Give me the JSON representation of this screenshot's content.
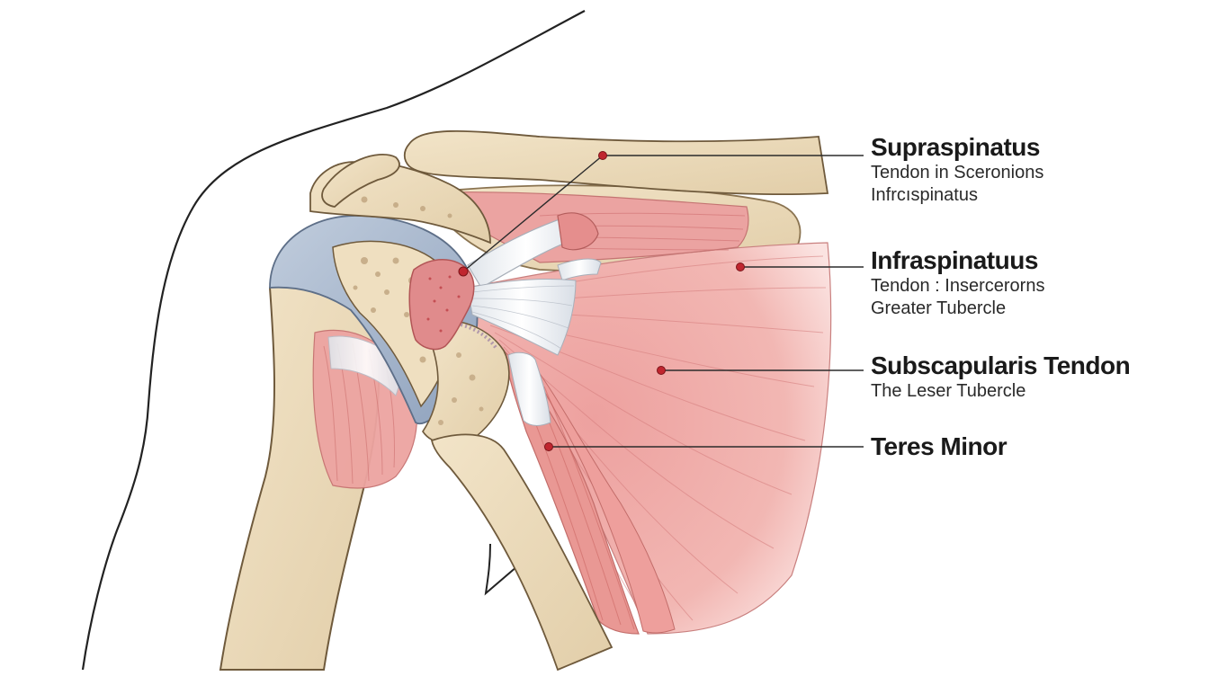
{
  "labels": {
    "supraspinatus": {
      "title": "Supraspinatus",
      "line1": "Tendon in Sceronions",
      "line2": "Infrcıspinatus"
    },
    "infraspinatus": {
      "title": "Infraspinatuus",
      "line1": "Tendon : Insercerorns",
      "line2": "Greater Tubercle"
    },
    "subscapularis": {
      "title": "Subscapularis Tendon",
      "line1": "The Leser Tubercle"
    },
    "teres_minor": {
      "title": "Teres Minor"
    }
  },
  "colors": {
    "bone": "#ecdcbe",
    "bone_outline": "#6f5a3c",
    "muscle": "#eea8a6",
    "muscle_fiber": "#d67a7a",
    "cartilage": "#a6b6cc",
    "tendon": "#f1f3f6",
    "pointer_dot": "#c0262f",
    "leader_line": "#2b2b2b",
    "skin_outline": "#222222"
  }
}
